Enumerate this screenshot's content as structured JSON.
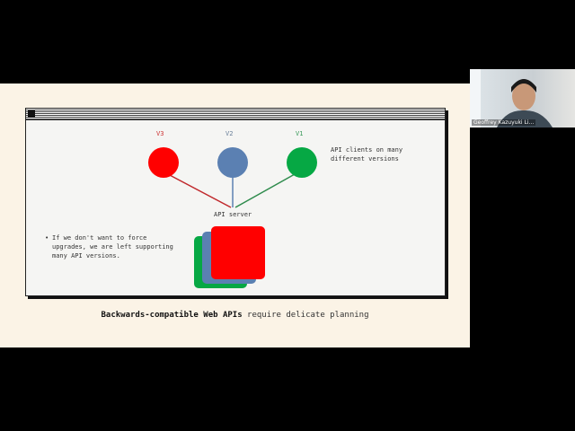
{
  "slide": {
    "versions": [
      {
        "label": "V3",
        "color": "#ff0000"
      },
      {
        "label": "V2",
        "color": "#5b80b2"
      },
      {
        "label": "V1",
        "color": "#06a844"
      }
    ],
    "clients_note": [
      "API clients on many",
      "different versions"
    ],
    "server_label": "API server",
    "bullet": [
      "If we don't want to force",
      "upgrades, we are left supporting",
      "many API versions."
    ],
    "caption_bold": "Backwards-compatible Web APIs",
    "caption_rest": " require delicate planning"
  },
  "webcam": {
    "name": "Geoffrey Kazuyuki Li..."
  }
}
